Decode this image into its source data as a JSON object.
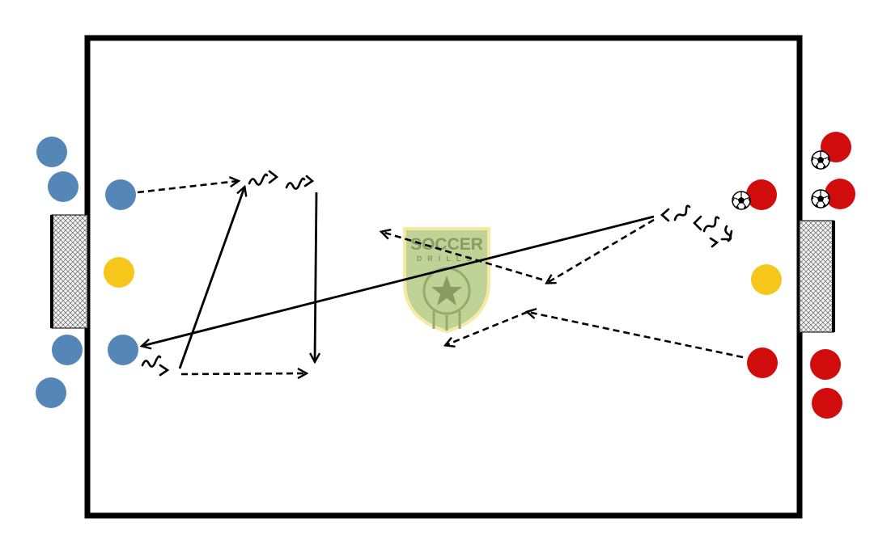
{
  "diagram": {
    "type": "soccer-drill-field",
    "colors": {
      "field_background": "#ffffff",
      "field_border": "#000000",
      "team_blue": "#5486b8",
      "team_red": "#d10c0c",
      "neutral_yellow": "#f6c71a",
      "goal_fill": "#efefef",
      "logo_green": "#b9cf8c",
      "logo_border": "#f4e79a",
      "arrow": "#000000"
    },
    "logo": {
      "text_top": "SOCCER",
      "text_bottom": "DRILLS"
    },
    "teams": [
      {
        "name": "blue",
        "players": 6
      },
      {
        "name": "red",
        "players": 6
      },
      {
        "name": "neutral",
        "players": 2
      }
    ],
    "balls": 3,
    "icons": [
      "soccer-ball-icon",
      "goal-net-icon",
      "logo-badge-icon"
    ],
    "movements": [
      {
        "kind": "run",
        "line": "dashed"
      },
      {
        "kind": "pass",
        "line": "solid"
      },
      {
        "kind": "dribble",
        "line": "squiggle"
      }
    ]
  }
}
